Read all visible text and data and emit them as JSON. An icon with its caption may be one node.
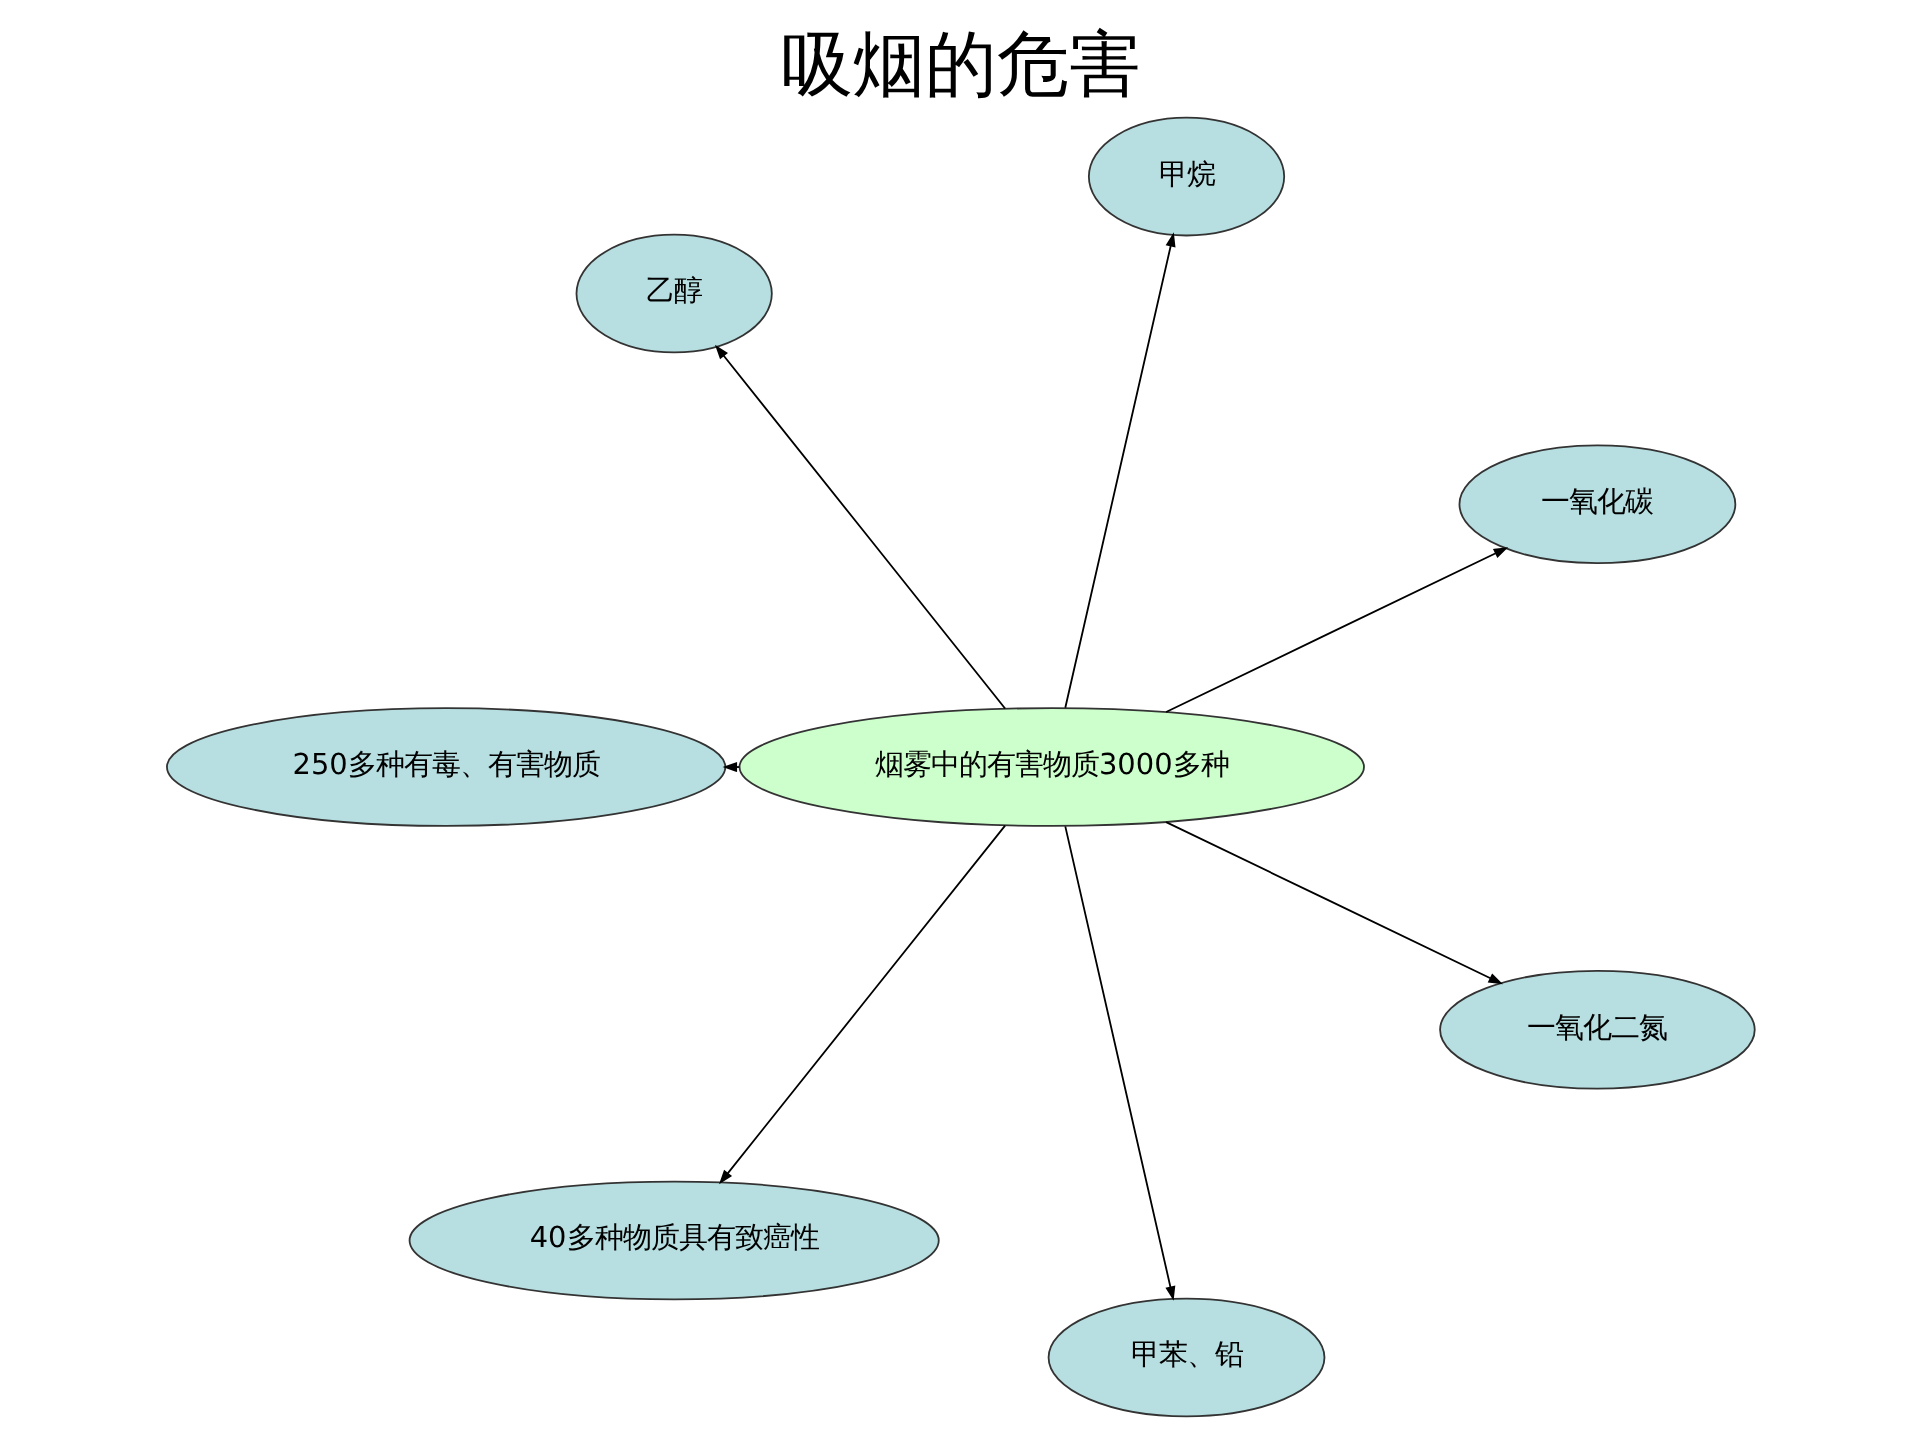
{
  "diagram": {
    "title": "吸烟的危害",
    "nodes": [
      {
        "text": [
          "烟雾中的有害物质3000多种"
        ]
      },
      {
        "text": [
          "一氧化碳"
        ]
      },
      {
        "text": [
          "甲烷"
        ]
      },
      {
        "text": [
          "乙醇"
        ]
      },
      {
        "text": [
          "250多种有毒、有害物质"
        ]
      },
      {
        "text": [
          "40多种物质具有致癌性"
        ]
      },
      {
        "text": [
          "甲苯、铅"
        ]
      },
      {
        "text": [
          "一氧化二氮"
        ]
      }
    ],
    "edges": [
      {
        "from": 0,
        "to": 1,
        "arrow": "to"
      },
      {
        "from": 0,
        "to": 2,
        "arrow": "to"
      },
      {
        "from": 0,
        "to": 3,
        "arrow": "to"
      },
      {
        "from": 0,
        "to": 4,
        "arrow": "to"
      },
      {
        "from": 0,
        "to": 5,
        "arrow": "to"
      },
      {
        "from": 0,
        "to": 6,
        "arrow": "to"
      },
      {
        "from": 0,
        "to": 7,
        "arrow": "to"
      }
    ]
  }
}
